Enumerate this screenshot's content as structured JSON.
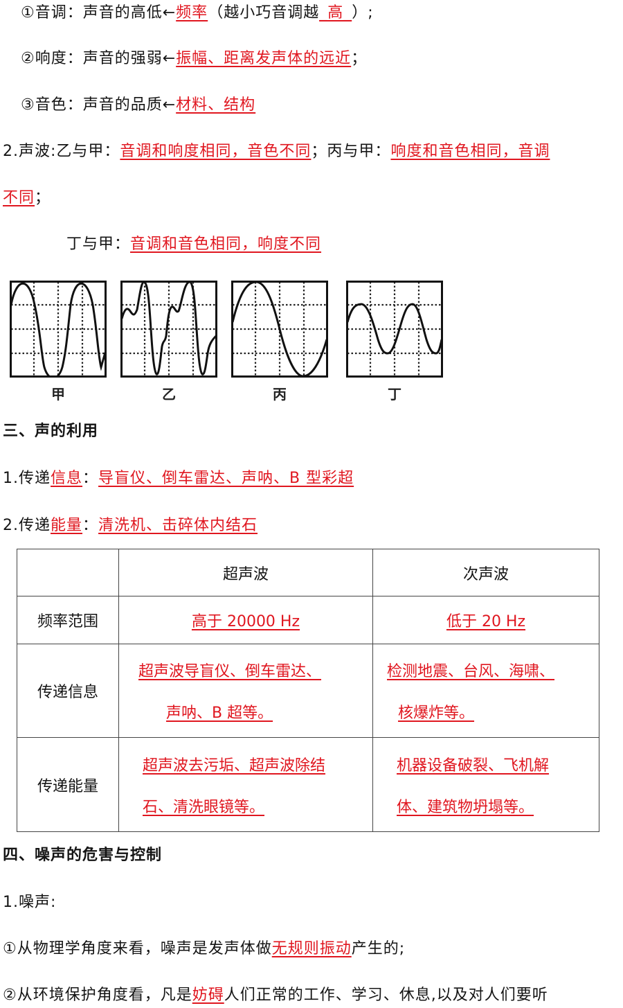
{
  "section2_items": {
    "pitch": {
      "prefix": "①音调：声音的高低←",
      "answer": "频率",
      "mid": "（越小巧音调越",
      "blank": "_高_",
      "suffix": "）;"
    },
    "loudness": {
      "prefix": "②响度：声音的强弱←",
      "answer": "振幅、距离发声体的远近",
      "suffix": "；"
    },
    "timbre": {
      "prefix": "③音色：声音的品质←",
      "answer": "材料、结构"
    }
  },
  "sound_waves": {
    "label": "2.声波:乙与甲：",
    "yi_jia": "音调和响度相同，音色不同",
    "sep": "；丙与甲：",
    "bing_jia_part1": "响度和音色相同，音调",
    "bing_jia_part2": "不同",
    "end": "；",
    "ding_label": "丁与甲：",
    "ding_jia": "音调和音色相同，响度不同"
  },
  "waveforms": [
    {
      "label": "甲",
      "description": "high amplitude, high frequency sine (2 cycles)"
    },
    {
      "label": "乙",
      "description": "high amplitude, same frequency, irregular shape"
    },
    {
      "label": "丙",
      "description": "high amplitude, lower frequency sine (1 cycle)"
    },
    {
      "label": "丁",
      "description": "low amplitude, high frequency sine (2 cycles)"
    }
  ],
  "section3": {
    "heading": "三、声的利用",
    "info": {
      "prefix": "1.传递",
      "key": "信息",
      "colon": "：",
      "answer": "导盲仪、倒车雷达、声呐、B 型彩超"
    },
    "energy": {
      "prefix": "2.传递",
      "key": "能量",
      "colon": "：",
      "answer": "清洗机、击碎体内结石"
    }
  },
  "table": {
    "headers": [
      "",
      "超声波",
      "次声波"
    ],
    "rows": [
      {
        "label": "频率范围",
        "ultra": [
          "高于 20000 Hz"
        ],
        "infra": [
          "低于 20 Hz"
        ]
      },
      {
        "label": "传递信息",
        "ultra": [
          "超声波导盲仪、倒车雷达、",
          "声呐、B 超等。"
        ],
        "infra": [
          "检测地震、台风、海啸、",
          "核爆炸等。"
        ]
      },
      {
        "label": "传递能量",
        "ultra": [
          "超声波去污垢、超声波除结",
          "石、清洗眼镜等。"
        ],
        "infra": [
          "机器设备破裂、飞机解",
          "体、建筑物坍塌等。"
        ]
      }
    ]
  },
  "section4": {
    "heading": "四、噪声的危害与控制",
    "item1": "1.噪声:",
    "physics": {
      "prefix": "①从物理学角度来看，噪声是发声体做",
      "answer": "无规则振动",
      "suffix": "产生的;"
    },
    "environment": {
      "prefix": "②从环境保护角度看，凡是",
      "answer": "妨碍",
      "suffix": "人们正常的工作、学习、休息,以及对人们要听"
    }
  },
  "colors": {
    "answer_red": "#e0161f",
    "text": "#141414"
  }
}
